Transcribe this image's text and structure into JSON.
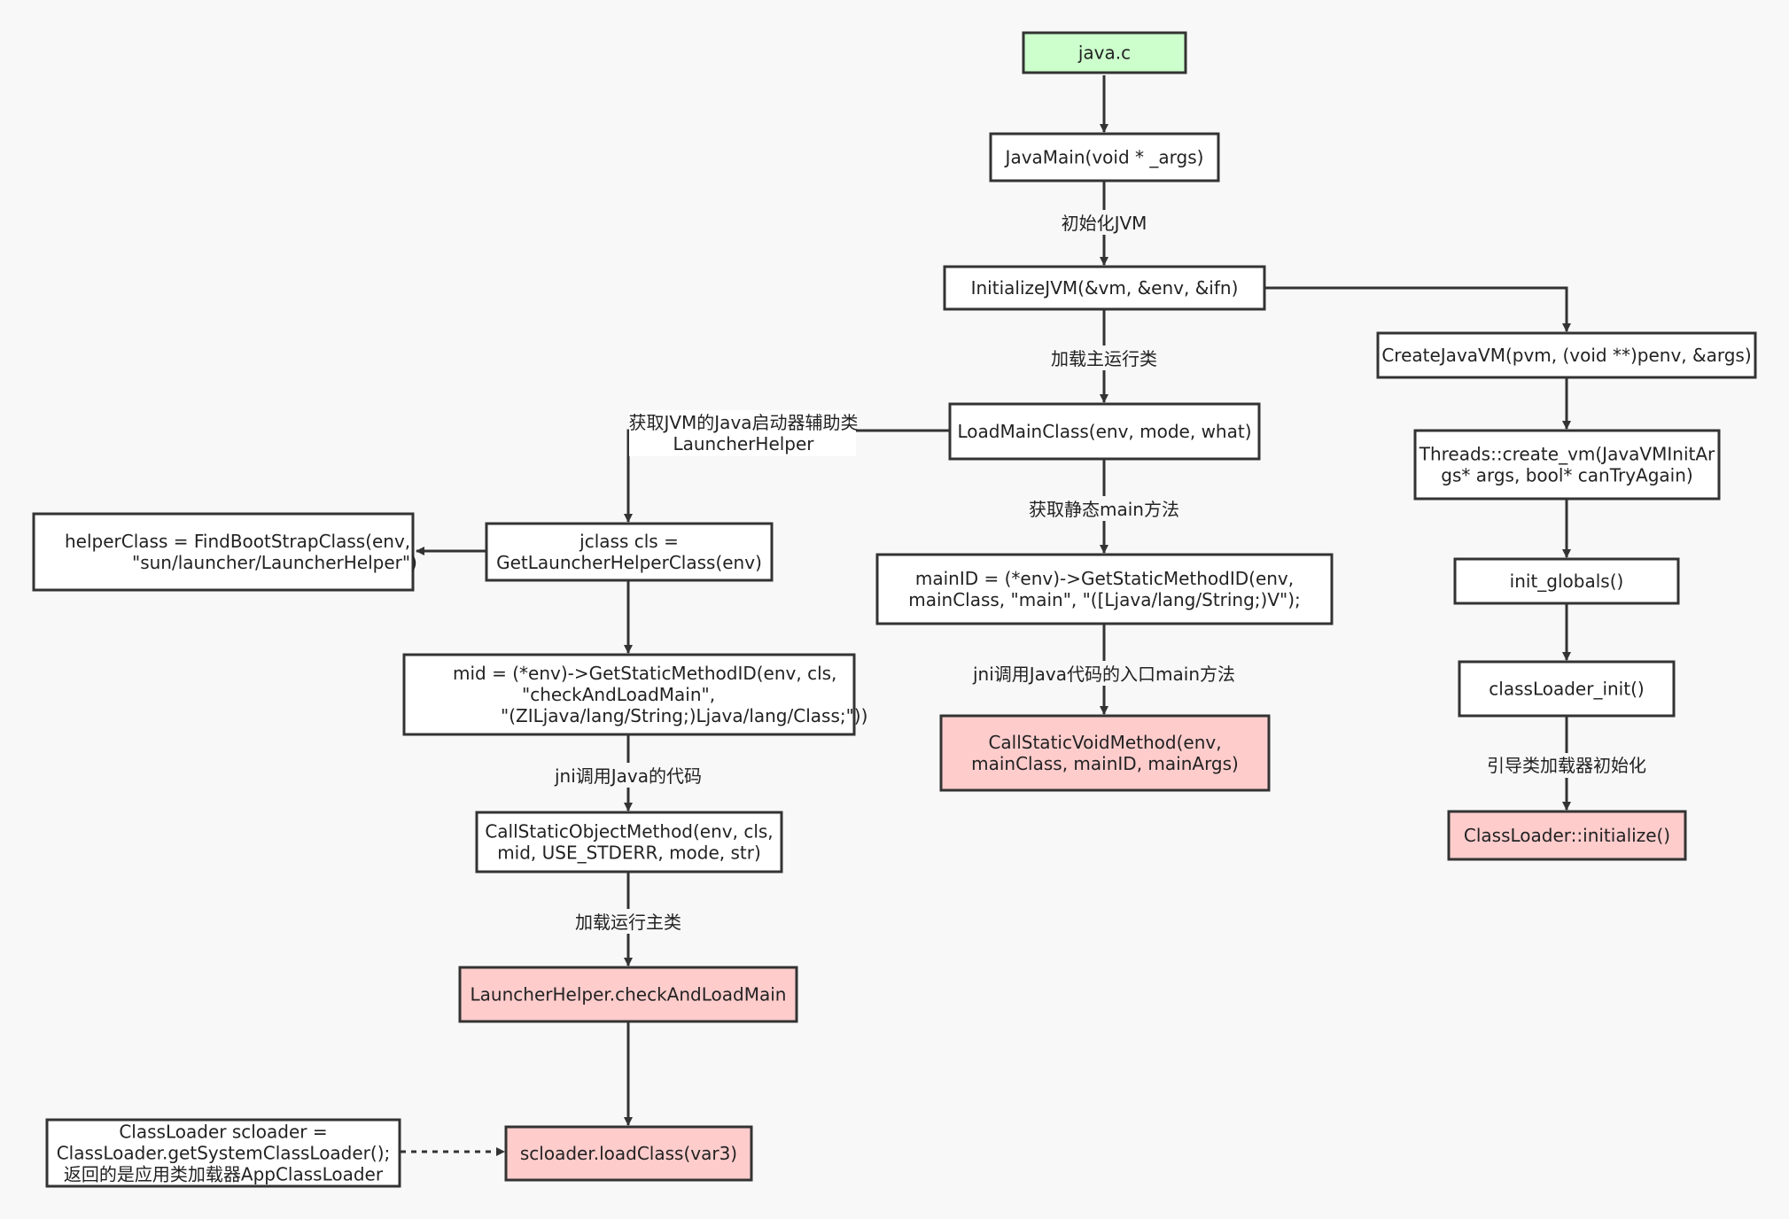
{
  "colors": {
    "background": "#f8f8f8",
    "green_fill": "#ccffcc",
    "pink_fill": "#ffcccc",
    "white_fill": "#ffffff",
    "stroke": "#333333"
  },
  "nodes": {
    "java_c": {
      "text": [
        "java.c"
      ],
      "fill": "green"
    },
    "java_main": {
      "text": [
        "JavaMain(void * _args)"
      ],
      "fill": "white"
    },
    "initialize_jvm": {
      "text": [
        "InitializeJVM(&vm, &env, &ifn)"
      ],
      "fill": "white"
    },
    "create_java_vm": {
      "text": [
        "CreateJavaVM(pvm, (void **)penv, &args)"
      ],
      "fill": "white"
    },
    "threads_create_vm": {
      "text": [
        "Threads::create_vm(JavaVMInitAr",
        "gs* args, bool* canTryAgain)"
      ],
      "fill": "white"
    },
    "init_globals": {
      "text": [
        "init_globals()"
      ],
      "fill": "white"
    },
    "classloader_init": {
      "text": [
        "classLoader_init()"
      ],
      "fill": "white"
    },
    "classloader_initialize": {
      "text": [
        "ClassLoader::initialize()"
      ],
      "fill": "pink"
    },
    "load_main_class": {
      "text": [
        "LoadMainClass(env, mode, what)"
      ],
      "fill": "white"
    },
    "main_id": {
      "text": [
        "mainID = (*env)->GetStaticMethodID(env,",
        "mainClass, \"main\", \"([Ljava/lang/String;)V\");"
      ],
      "fill": "white"
    },
    "call_static_void": {
      "text": [
        "CallStaticVoidMethod(env,",
        "mainClass, mainID, mainArgs)"
      ],
      "fill": "pink"
    },
    "jclass_cls": {
      "text": [
        "jclass cls =",
        "GetLauncherHelperClass(env)"
      ],
      "fill": "white"
    },
    "helper_class": {
      "text": [
        "helperClass = FindBootStrapClass(env,",
        "\"sun/launcher/LauncherHelper\")"
      ],
      "fill": "white"
    },
    "mid": {
      "text": [
        "mid = (*env)->GetStaticMethodID(env, cls,",
        "\"checkAndLoadMain\",",
        "\"(ZILjava/lang/String;)Ljava/lang/Class;\"))"
      ],
      "fill": "white"
    },
    "call_static_object": {
      "text": [
        "CallStaticObjectMethod(env, cls,",
        "mid, USE_STDERR, mode, str)"
      ],
      "fill": "white"
    },
    "check_and_load_main": {
      "text": [
        "LauncherHelper.checkAndLoadMain"
      ],
      "fill": "pink"
    },
    "load_class": {
      "text": [
        "scloader.loadClass(var3)"
      ],
      "fill": "pink"
    },
    "scloader_note": {
      "text": [
        "ClassLoader scloader =",
        "ClassLoader.getSystemClassLoader();",
        "返回的是应用类加载器AppClassLoader"
      ],
      "fill": "white"
    }
  },
  "edge_labels": {
    "init_jvm": "初始化JVM",
    "load_main_run_class": "加载主运行类",
    "get_launcher_helper_1": "获取JVM的Java启动器辅助类",
    "get_launcher_helper_2": "LauncherHelper",
    "get_static_main": "获取静态main方法",
    "jni_call_main": "jni调用Java代码的入口main方法",
    "jni_call_java": "jni调用Java的代码",
    "load_run_main_class": "加载运行主类",
    "bootstrap_loader_init": "引导类加载器初始化"
  }
}
